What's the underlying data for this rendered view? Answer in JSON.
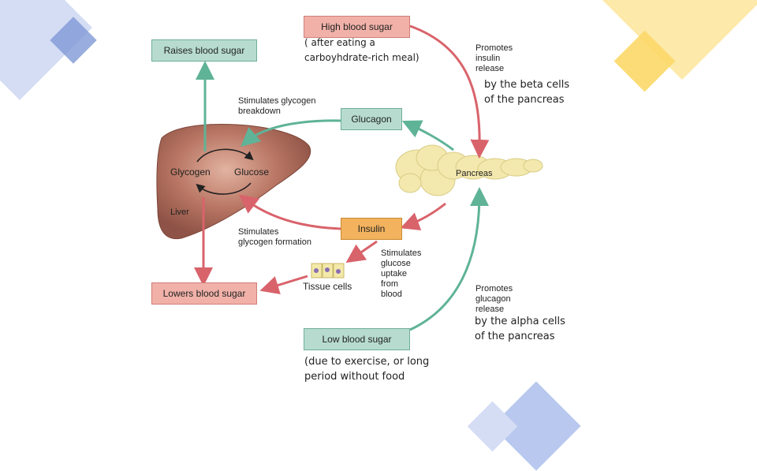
{
  "colors": {
    "arrow_green": "#5fb397",
    "arrow_red": "#d9636b",
    "box_green": "#b7dccf",
    "box_pink": "#f1b1a9",
    "box_orange": "#f2b25e",
    "liver": "#a8675a",
    "pancreas": "#f3e8ad",
    "deco_blue": "#aabce6",
    "deco_yellow": "#fde59a"
  },
  "boxes": {
    "high_blood_sugar": "High blood sugar",
    "raises_blood_sugar": "Raises blood sugar",
    "glucagon": "Glucagon",
    "insulin": "Insulin",
    "lowers_blood_sugar": "Lowers blood sugar",
    "low_blood_sugar": "Low blood sugar"
  },
  "labels": {
    "after_eating": "( after eating a\n   carboyhdrate-rich meal)",
    "promotes_insulin": "Promotes\ninsulin\nrelease",
    "beta_cells": "by the beta cells\nof the pancreas",
    "stimulates_breakdown": "Stimulates glycogen\nbreakdown",
    "glycogen": "Glycogen",
    "glucose": "Glucose",
    "liver": "Liver",
    "pancreas": "Pancreas",
    "stimulates_formation": "Stimulates\nglycogen formation",
    "stimulates_uptake": "Stimulates\nglucose\nuptake\nfrom\nblood",
    "tissue_cells": "Tissue cells",
    "promotes_glucagon": "Promotes\nglucagon\nrelease",
    "alpha_cells": "by the alpha cells\nof the pancreas",
    "due_to_exercise": "(due to exercise, or long\nperiod without food"
  },
  "icons": [
    "liver-illustration",
    "pancreas-illustration",
    "tissue-cells-illustration",
    "cycle-arrows-icon"
  ]
}
